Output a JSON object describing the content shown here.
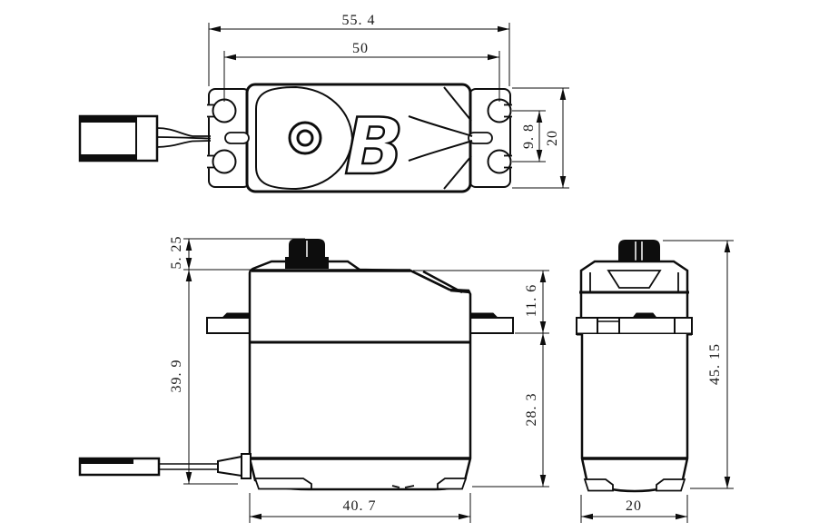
{
  "page": {
    "background": "#ffffff",
    "line_color": "#0d0d0d"
  },
  "drawing": {
    "logo": "B",
    "top_view": {
      "overall_width_mm": "55. 4",
      "hole_span_mm": "50",
      "hole_pitch_mm": "9. 8",
      "case_width_mm": "20"
    },
    "front_view": {
      "shaft_height_mm": "5. 25",
      "body_height_mm": "39. 9",
      "top_section_mm": "11. 6",
      "lower_section_mm": "28. 3",
      "case_length_mm": "40. 7"
    },
    "side_view": {
      "overall_height_mm": "45. 15",
      "case_width_mm": "20"
    }
  }
}
